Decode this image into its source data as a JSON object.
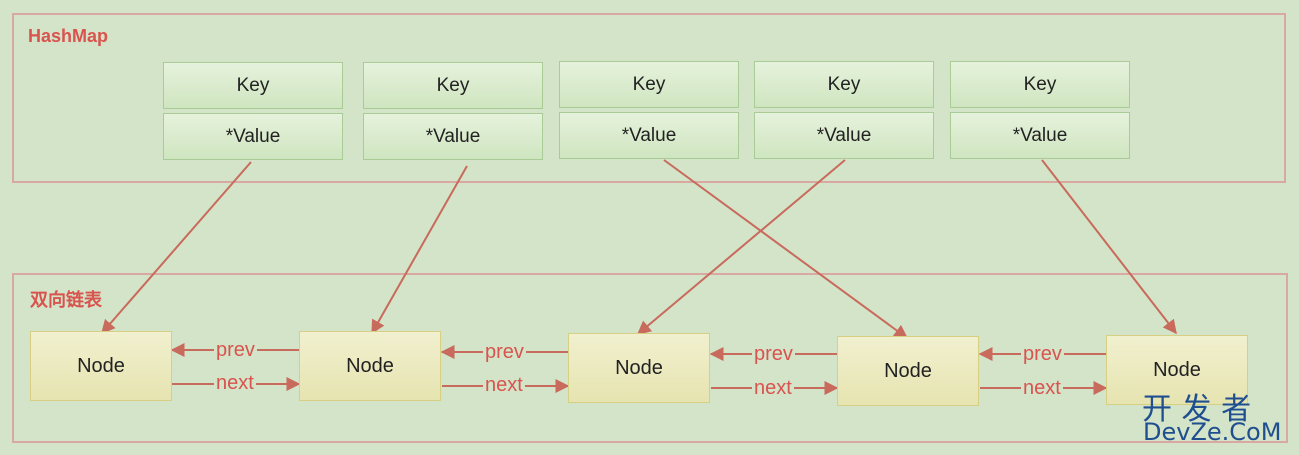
{
  "hashmap": {
    "title": "HashMap",
    "entries": [
      {
        "key": "Key",
        "value": "*Value"
      },
      {
        "key": "Key",
        "value": "*Value"
      },
      {
        "key": "Key",
        "value": "*Value"
      },
      {
        "key": "Key",
        "value": "*Value"
      },
      {
        "key": "Key",
        "value": "*Value"
      }
    ]
  },
  "list": {
    "title": "双向链表",
    "nodes": [
      "Node",
      "Node",
      "Node",
      "Node",
      "Node"
    ],
    "links": [
      {
        "prev": "prev",
        "next": "next"
      },
      {
        "prev": "prev",
        "next": "next"
      },
      {
        "prev": "prev",
        "next": "next"
      },
      {
        "prev": "prev",
        "next": "next"
      }
    ]
  },
  "mapping": [
    0,
    1,
    3,
    2,
    4
  ],
  "watermark": {
    "line1": "开 发 者",
    "line2": "DevZe.CoM"
  },
  "colors": {
    "arrow": "#c86a5c",
    "border": "#d9a8a0",
    "title": "#d9534f"
  }
}
